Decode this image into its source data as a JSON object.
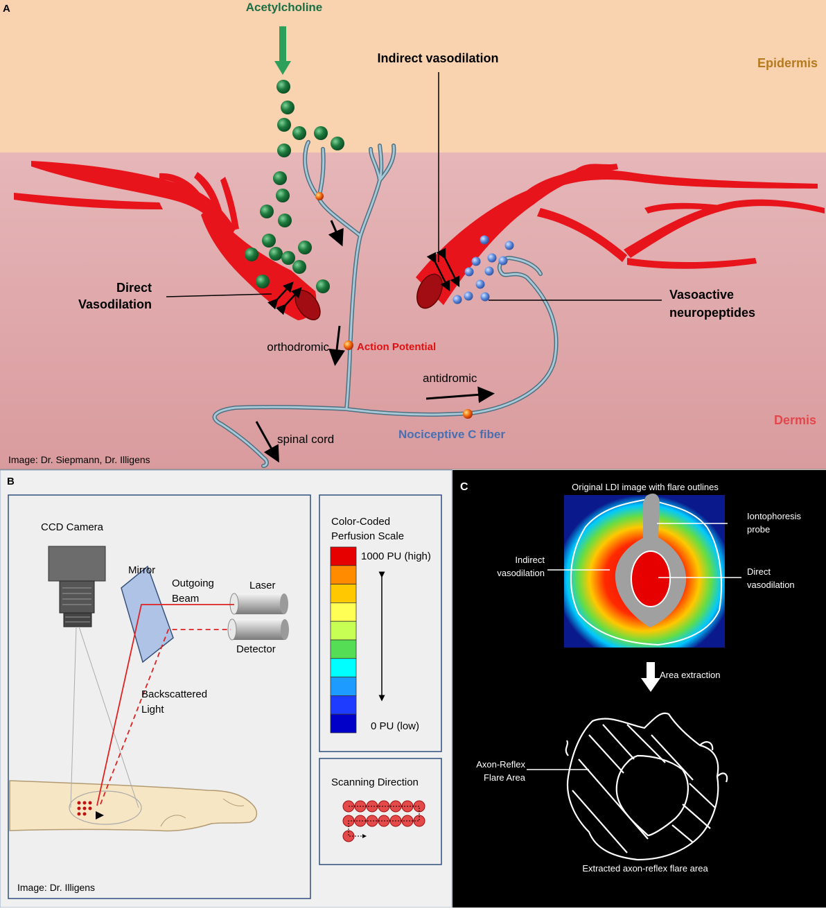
{
  "panel_a": {
    "letter": "A",
    "acetylcholine": "Acetylcholine",
    "epidermis": "Epidermis",
    "dermis": "Dermis",
    "indirect_vasodilation": "Indirect vasodilation",
    "direct_line1": "Direct",
    "direct_line2": "Vasodilation",
    "vasoactive_line1": "Vasoactive",
    "vasoactive_line2": "neuropeptides",
    "orthodromic": "orthodromic",
    "action_potential": "Action Potential",
    "antidromic": "antidromic",
    "spinal_cord": "spinal cord",
    "c_fiber": "Nociceptive C fiber",
    "credit": "Image: Dr. Siepmann, Dr. Illigens",
    "colors": {
      "epidermis": "#f9d3b0",
      "dermis": "#e4b1b3",
      "vessel": "#e8141c",
      "ach": "#1e7a3d",
      "neuropeptide": "#5a86d8",
      "nerve": "#8fb3c4"
    }
  },
  "panel_b": {
    "letter": "B",
    "ccd_camera": "CCD Camera",
    "mirror": "Mirror",
    "outgoing_line1": "Outgoing",
    "outgoing_line2": "Beam",
    "laser": "Laser",
    "detector": "Detector",
    "back_line1": "Backscattered",
    "back_line2": "Light",
    "scale_title_line1": "Color-Coded",
    "scale_title_line2": "Perfusion Scale",
    "scale_high": "1000 PU (high)",
    "scale_low": "0 PU (low)",
    "scale_colors": [
      "#e60000",
      "#ff8c00",
      "#ffc800",
      "#ffff55",
      "#c8ff55",
      "#55dd55",
      "#00ffff",
      "#1e9bff",
      "#1e3cff",
      "#0000c8"
    ],
    "scanning_direction": "Scanning Direction",
    "credit": "Image: Dr. Illigens"
  },
  "panel_c": {
    "letter": "C",
    "title": "Original LDI image with flare outlines",
    "iontophoresis_line1": "Iontophoresis",
    "iontophoresis_line2": "probe",
    "indirect_line1": "Indirect",
    "indirect_line2": "vasodilation",
    "direct_line1": "Direct",
    "direct_line2": "vasodilation",
    "area_extraction": "Area extraction",
    "axon_line1": "Axon-Reflex",
    "axon_line2": "Flare Area",
    "footer": "Extracted axon-reflex flare area"
  }
}
